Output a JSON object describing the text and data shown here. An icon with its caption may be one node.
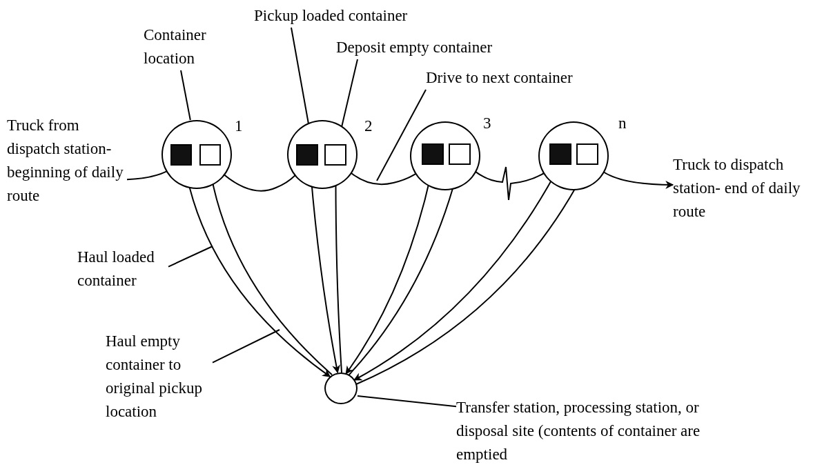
{
  "diagram": {
    "nodes": [
      {
        "text": [],
        "shape": "circle",
        "beside": [
          "1"
        ]
      },
      {
        "text": [],
        "shape": "box",
        "in": 0
      },
      {
        "text": [],
        "shape": "box",
        "in": 0
      },
      {
        "text": [],
        "shape": "circle",
        "beside": [
          "2"
        ]
      },
      {
        "text": [],
        "shape": "box",
        "in": 3
      },
      {
        "text": [],
        "shape": "box",
        "in": 3
      },
      {
        "text": [],
        "shape": "circle",
        "beside": [
          "3"
        ]
      },
      {
        "text": [],
        "shape": "box",
        "in": 6
      },
      {
        "text": [],
        "shape": "box",
        "in": 6
      },
      {
        "text": [],
        "shape": "circle",
        "beside": [
          "n"
        ]
      },
      {
        "text": [],
        "shape": "box",
        "in": 9
      },
      {
        "text": [],
        "shape": "box",
        "in": 9
      },
      {
        "text": [],
        "shape": "circle"
      },
      {
        "text": [
          "Truck from dispatch station- beginning of daily route"
        ]
      },
      {
        "text": [
          "Truck to dispatch station- end of daily route"
        ]
      },
      {
        "text": [
          "Container location"
        ]
      },
      {
        "text": [
          "Pickup loaded container"
        ]
      },
      {
        "text": [
          "Deposit empty container"
        ]
      },
      {
        "text": [
          "Drive to next container"
        ]
      },
      {
        "text": [
          "Haul loaded container"
        ]
      },
      {
        "text": [
          "Haul empty container to original pickup location"
        ]
      },
      {
        "text": [
          "Transfer station, processing station, or disposal site (contents of container are emptied"
        ]
      }
    ],
    "edges": [
      {
        "from": 13,
        "to": 1,
        "arrow": "to"
      },
      {
        "from": 2,
        "to": 4,
        "arrow": "to"
      },
      {
        "from": 5,
        "to": 7,
        "arrow": "to"
      },
      {
        "from": 8,
        "to": 10,
        "arrow": "to"
      },
      {
        "from": 11,
        "to": 14,
        "arrow": "to"
      },
      {
        "from": 1,
        "to": 12,
        "arrow": "to"
      },
      {
        "from": 12,
        "to": 2,
        "arrow": "to"
      },
      {
        "from": 4,
        "to": 12,
        "arrow": "to"
      },
      {
        "from": 12,
        "to": 5,
        "arrow": "to"
      },
      {
        "from": 7,
        "to": 12,
        "arrow": "to"
      },
      {
        "from": 12,
        "to": 8,
        "arrow": "to"
      },
      {
        "from": 10,
        "to": 12,
        "arrow": "to"
      },
      {
        "from": 12,
        "to": 11,
        "arrow": "to"
      },
      {
        "from": 15,
        "to": 0,
        "arrow": "none"
      },
      {
        "from": 16,
        "to": 4,
        "arrow": "none"
      },
      {
        "from": 17,
        "to": 5,
        "arrow": "none"
      },
      {
        "from": 18,
        "to": null,
        "arrow": "none"
      },
      {
        "from": 19,
        "to": null,
        "arrow": "none"
      },
      {
        "from": 20,
        "to": null,
        "arrow": "none"
      },
      {
        "from": 21,
        "to": 12,
        "arrow": "none"
      }
    ]
  }
}
